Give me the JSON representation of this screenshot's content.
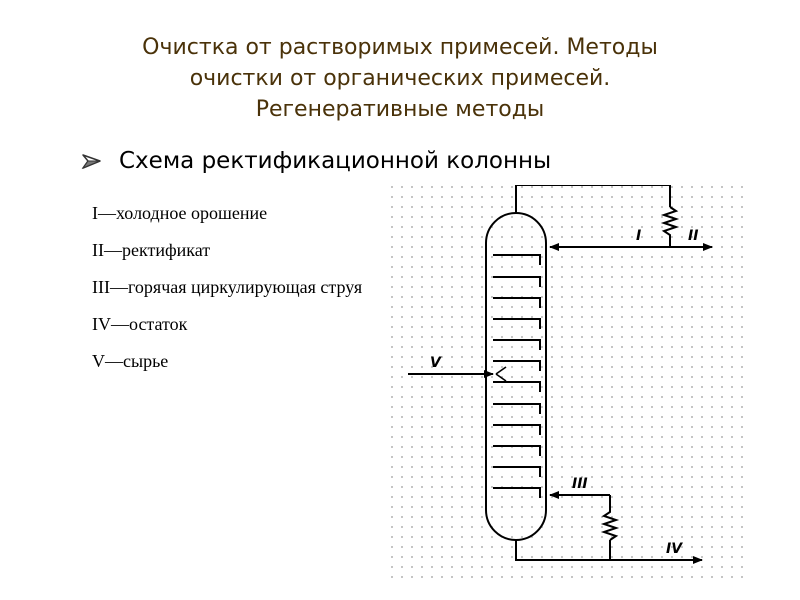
{
  "slide": {
    "title_lines": [
      "Очистка от растворимых примесей. Методы",
      "очистки от органических примесей.",
      "Регенеративные методы"
    ],
    "bullet_icon": "arrow-bullet-icon",
    "subheading": "Схема ректификационной колонны",
    "legend": [
      "I—холодное орошение",
      "II—ректификат",
      "III—горячая циркулирующая струя",
      "IV—остаток",
      "V—сырье"
    ]
  },
  "diagram": {
    "labels": {
      "stream_i": "I",
      "stream_ii": "II",
      "stream_iii": "III",
      "stream_iv": "IV",
      "stream_v": "V"
    },
    "colors": {
      "title": "#4a3209",
      "lines": "#000000",
      "grid_dots": "#9a9a9a"
    }
  }
}
